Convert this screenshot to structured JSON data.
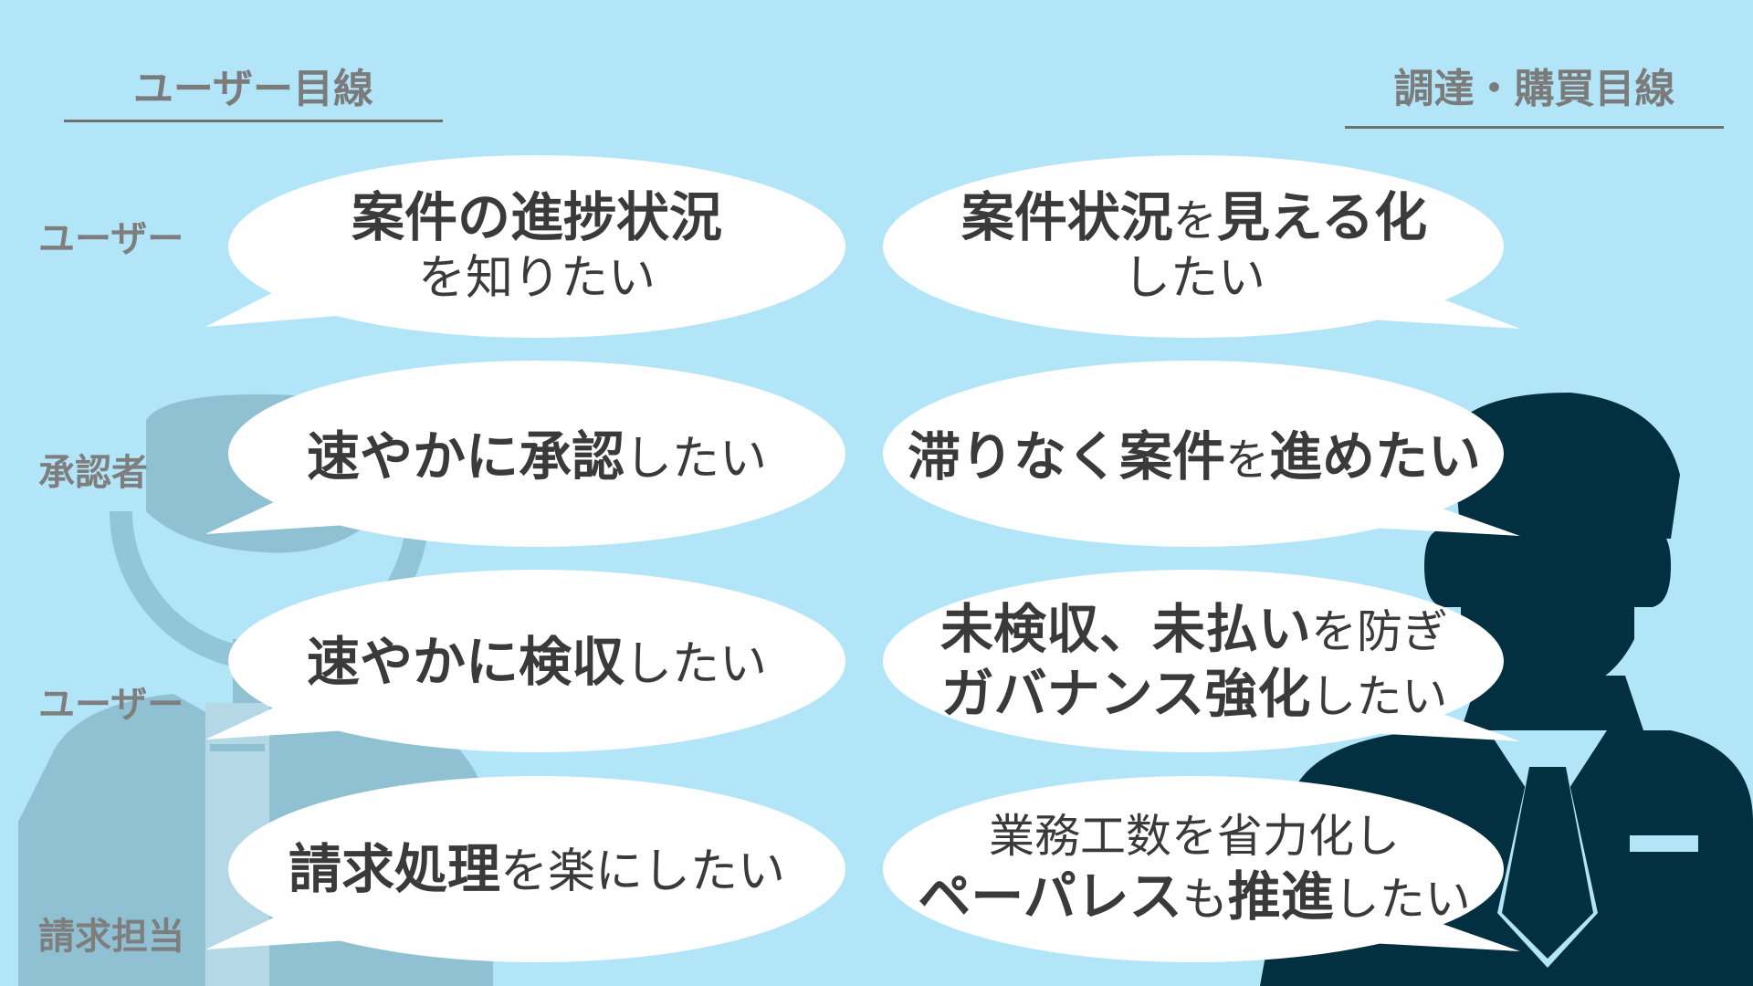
{
  "headers": {
    "left": "ユーザー目線",
    "right": "調達・購買目線"
  },
  "rows": [
    {
      "label": "ユーザー",
      "left": {
        "b": "案件の進捗状況",
        "n": "を知りたい"
      },
      "right": {
        "b1": "案件状況",
        "n1": "を",
        "b2": "見える化",
        "n2": "したい"
      }
    },
    {
      "label": "承認者",
      "left": {
        "b": "速やかに承認",
        "n": "したい"
      },
      "right": {
        "b1": "滞りなく案件",
        "n1": "を",
        "b2": "進めたい"
      }
    },
    {
      "label": "ユーザー",
      "left": {
        "b": "速やかに検収",
        "n": "したい"
      },
      "right": {
        "b1": "未検収、未払い",
        "n1": "を防ぎ",
        "b2": "ガバナンス強化",
        "n2": "したい"
      }
    },
    {
      "label": "請求担当",
      "left": {
        "b": "請求処理",
        "n": "を楽にしたい"
      },
      "right": {
        "n1": "業務工数を省力化し",
        "b1": "ペーパレス",
        "n2": "も",
        "b2": "推進",
        "n3": "したい"
      }
    }
  ],
  "colors": {
    "background": "#b1e5f7",
    "left_figure": "#8fc1d3",
    "right_figure": "#033040",
    "bubble": "#ffffff",
    "text": "#3a3a3a",
    "header_text": "#7b7b7b"
  },
  "icons": {
    "left_figure": "person-silhouette-icon",
    "right_figure": "businessman-silhouette-icon"
  }
}
